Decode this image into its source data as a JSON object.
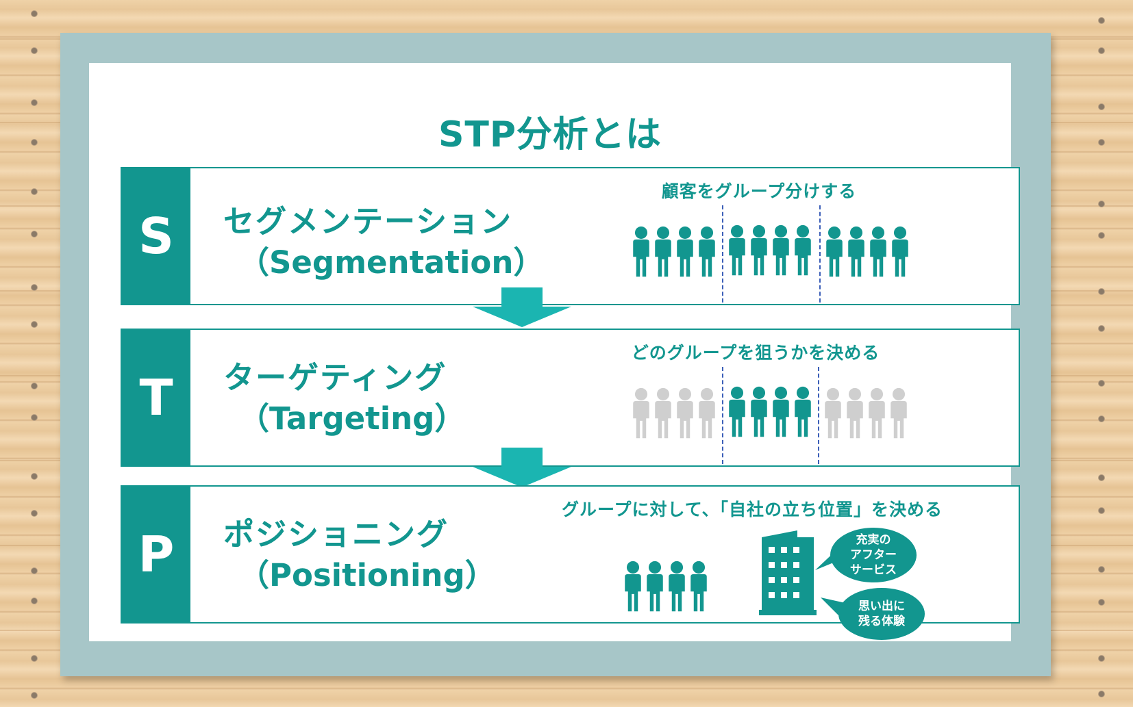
{
  "title": "STP分析とは",
  "colors": {
    "teal": "#12968f",
    "arrow": "#1bb5b1",
    "gray_people": "#cfcfcf",
    "frame": "#a7c6c8",
    "divider": "#3c5fb8"
  },
  "rows": [
    {
      "letter": "S",
      "term_ja": "セグメンテーション",
      "term_en": "（Segmentation）",
      "caption": "顧客をグループ分けする",
      "groups": [
        "highlight",
        "highlight",
        "highlight"
      ]
    },
    {
      "letter": "T",
      "term_ja": "ターゲティング",
      "term_en": "（Targeting）",
      "caption": "どのグループを狙うかを決める",
      "groups": [
        "dim",
        "highlight",
        "dim"
      ]
    },
    {
      "letter": "P",
      "term_ja": "ポジショニング",
      "term_en": "（Positioning）",
      "caption": "グループに対して、「自社の立ち位置」を決める",
      "bubbles": [
        [
          "充実の",
          "アフター",
          "サービス"
        ],
        [
          "思い出に",
          "残る体験"
        ]
      ]
    }
  ],
  "icons": {
    "people": "people-group-icon",
    "building": "office-building-icon",
    "arrow": "arrow-down-icon"
  }
}
